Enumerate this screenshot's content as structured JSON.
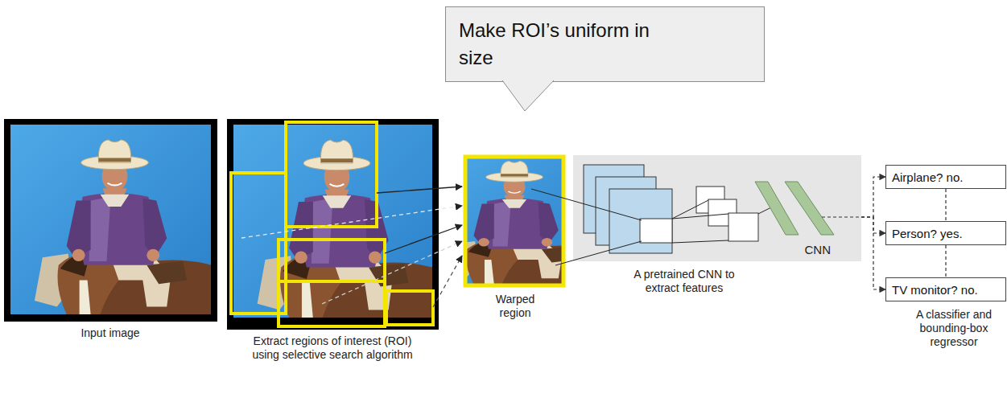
{
  "diagram": {
    "nodes": [
      {
        "text": [
          "Make ROI’s uniform in size"
        ]
      },
      {
        "text": [
          "CNN"
        ]
      },
      {
        "text": [
          "Airplane? no."
        ]
      },
      {
        "text": [
          "Person? yes."
        ]
      },
      {
        "text": [
          "TV monitor? no."
        ]
      }
    ],
    "edges": [
      {
        "from": 1,
        "to": 2,
        "arrow": "to"
      },
      {
        "from": 1,
        "to": 3,
        "arrow": "to"
      },
      {
        "from": 1,
        "to": 4,
        "arrow": "to"
      },
      {
        "from": 2,
        "to": 3,
        "arrow": "none"
      },
      {
        "from": 3,
        "to": 4,
        "arrow": "none"
      }
    ],
    "labels": [
      "Input image",
      "Extract regions of interest (ROI) using selective search algorithm",
      "Warped region",
      "A pretrained CNN to extract features",
      "A classifier and bounding-box regressor"
    ]
  }
}
